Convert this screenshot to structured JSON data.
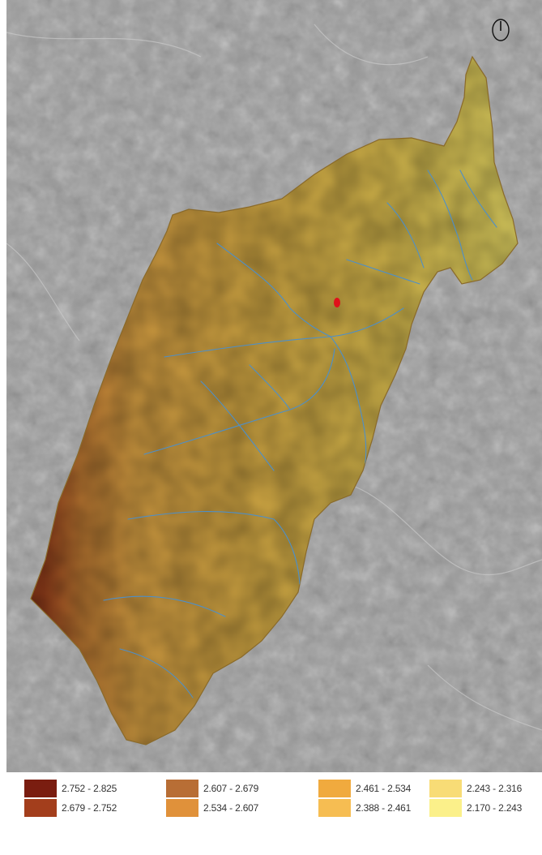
{
  "north_arrow": {
    "icon": "north-arrow-icon"
  },
  "colors": {
    "stream": "#4d8fc9",
    "site_marker": "#e0101a",
    "background_imagery": "#9a9a9a"
  },
  "legend": {
    "items": [
      {
        "label": "2.752 - 2.825",
        "color": "#7a1d10"
      },
      {
        "label": "2.679 - 2.752",
        "color": "#a33e1c"
      },
      {
        "label": "2.607 - 2.679",
        "color": "#b86e35"
      },
      {
        "label": "2.534 - 2.607",
        "color": "#e0913a"
      },
      {
        "label": "2.461 - 2.534",
        "color": "#f0aa3e"
      },
      {
        "label": "2.388 - 2.461",
        "color": "#f6bd52"
      },
      {
        "label": "2.243 - 2.316",
        "color": "#f8dc76"
      },
      {
        "label": "2.170 - 2.243",
        "color": "#fbf08a"
      }
    ]
  }
}
